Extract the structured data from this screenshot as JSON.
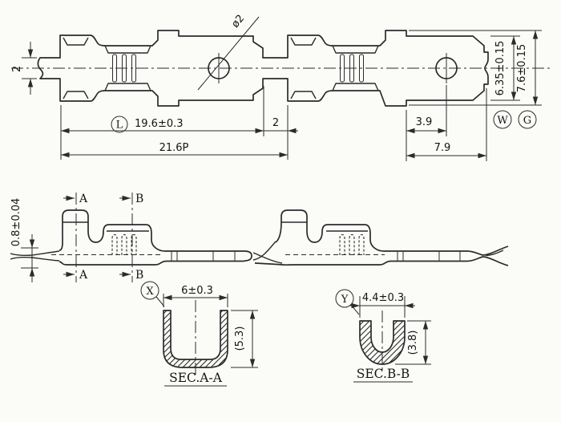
{
  "drawing": {
    "top_view": {
      "hole_diameter": "ø2",
      "carrier_width": "2",
      "length_label": "L",
      "length": "19.6±0.3",
      "tip_gap": "2",
      "pitch": "21.6P",
      "hole_offset": "3.9",
      "blade_length": "7.9",
      "blade_width": "6.35±0.15",
      "blade_width_label": "W",
      "overall_width": "7.6±0.15",
      "overall_width_label": "G"
    },
    "side_view": {
      "thickness": "0.8±0.04",
      "section_a_label": "A",
      "section_b_label": "B"
    },
    "section_aa": {
      "marker": "X",
      "width": "6±0.3",
      "depth": "(5.3)",
      "caption": "SEC.A-A"
    },
    "section_bb": {
      "marker": "Y",
      "width": "4.4±0.3",
      "depth": "(3.8)",
      "caption": "SEC.B-B"
    },
    "colors": {
      "line": "#2b2b2b",
      "background": "#fbfbf8"
    }
  }
}
